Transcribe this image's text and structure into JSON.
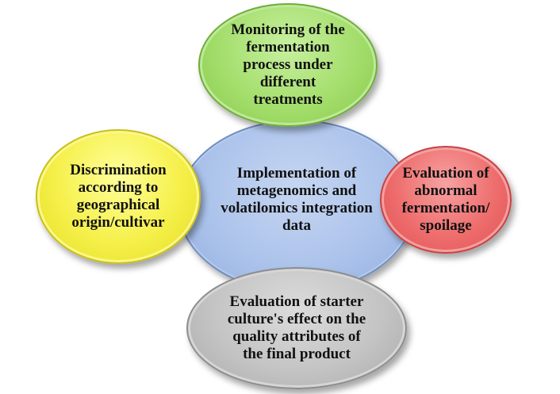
{
  "nodes": {
    "center": {
      "label": "Implementation of\nmetagenomics and\nvolatilomics integration\ndata",
      "color": "#a9c1ea"
    },
    "top": {
      "label": "Monitoring of the\nfermentation\nprocess under\ndifferent\ntreatments",
      "color": "#a4de6c"
    },
    "left": {
      "label": "Discrimination\naccording to\ngeographical\norigin/cultivar",
      "color": "#f5f04a"
    },
    "right": {
      "label": "Evaluation of\nabnormal\nfermentation/\nspoilage",
      "color": "#ee6d6d"
    },
    "bottom": {
      "label": "Evaluation of starter\nculture's effect on the\nquality attributes of\nthe final product",
      "color": "#c4c4c4"
    }
  }
}
